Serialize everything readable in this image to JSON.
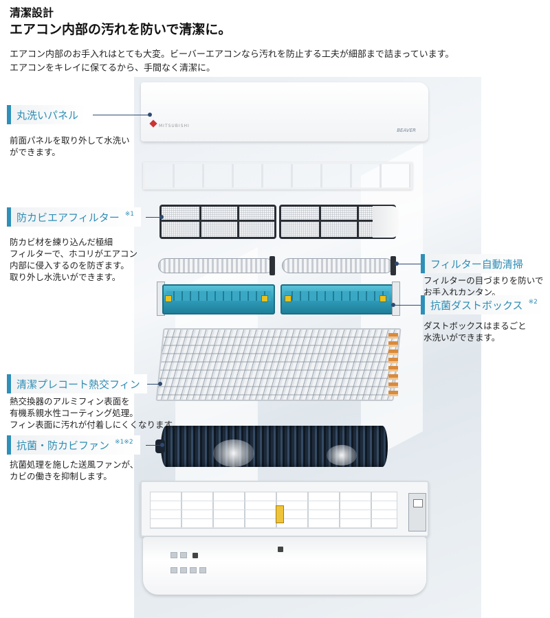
{
  "heading": {
    "line1": "清潔設計",
    "line2": "エアコン内部の汚れを防いで清潔に。"
  },
  "intro": {
    "line1": "エアコン内部のお手入れはとても大変。ビーバーエアコンなら汚れを防止する工夫が細部まで詰まっています。",
    "line2": "エアコンをキレイに保てるから、手間なく清潔に。"
  },
  "product": {
    "panel_logo": "MITSUBISHI",
    "panel_brand": "BEAVER"
  },
  "features": {
    "panel": {
      "title": "丸洗いパネル",
      "note": "",
      "desc": [
        "前面パネルを取り外して水洗い",
        "ができます。"
      ]
    },
    "filter": {
      "title": "防カビエアフィルター",
      "note": "※1",
      "desc": [
        "防カビ材を練り込んだ極細",
        "フィルターで、ホコリがエアコン",
        "内部に侵入するのを防ぎます。",
        "取り外し水洗いができます。"
      ]
    },
    "auto_clean": {
      "title": "フィルター自動清掃",
      "note": "",
      "desc": [
        "フィルターの目づまりを防いで",
        "お手入れカンタン。"
      ]
    },
    "dust_box": {
      "title": "抗菌ダストボックス",
      "note": "※2",
      "desc": [
        "ダストボックスはまるごと",
        "水洗いができます。"
      ]
    },
    "fin": {
      "title": "清潔プレコート熱交フィン",
      "note": "",
      "desc": [
        "熱交換器のアルミフィン表面を",
        "有機系親水性コーティング処理。",
        "フィン表面に汚れが付着しにくくなります。"
      ]
    },
    "fan": {
      "title": "抗菌・防カビファン",
      "note": "※1※2",
      "desc": [
        "抗菌処理を施した送風ファンが、",
        "カビの働きを抑制します。"
      ]
    }
  },
  "colors": {
    "accent": "#2e8fb8",
    "leader": "#2e4a72",
    "dust_box": "#2e9ab8",
    "fan": "#1d2a3a"
  }
}
